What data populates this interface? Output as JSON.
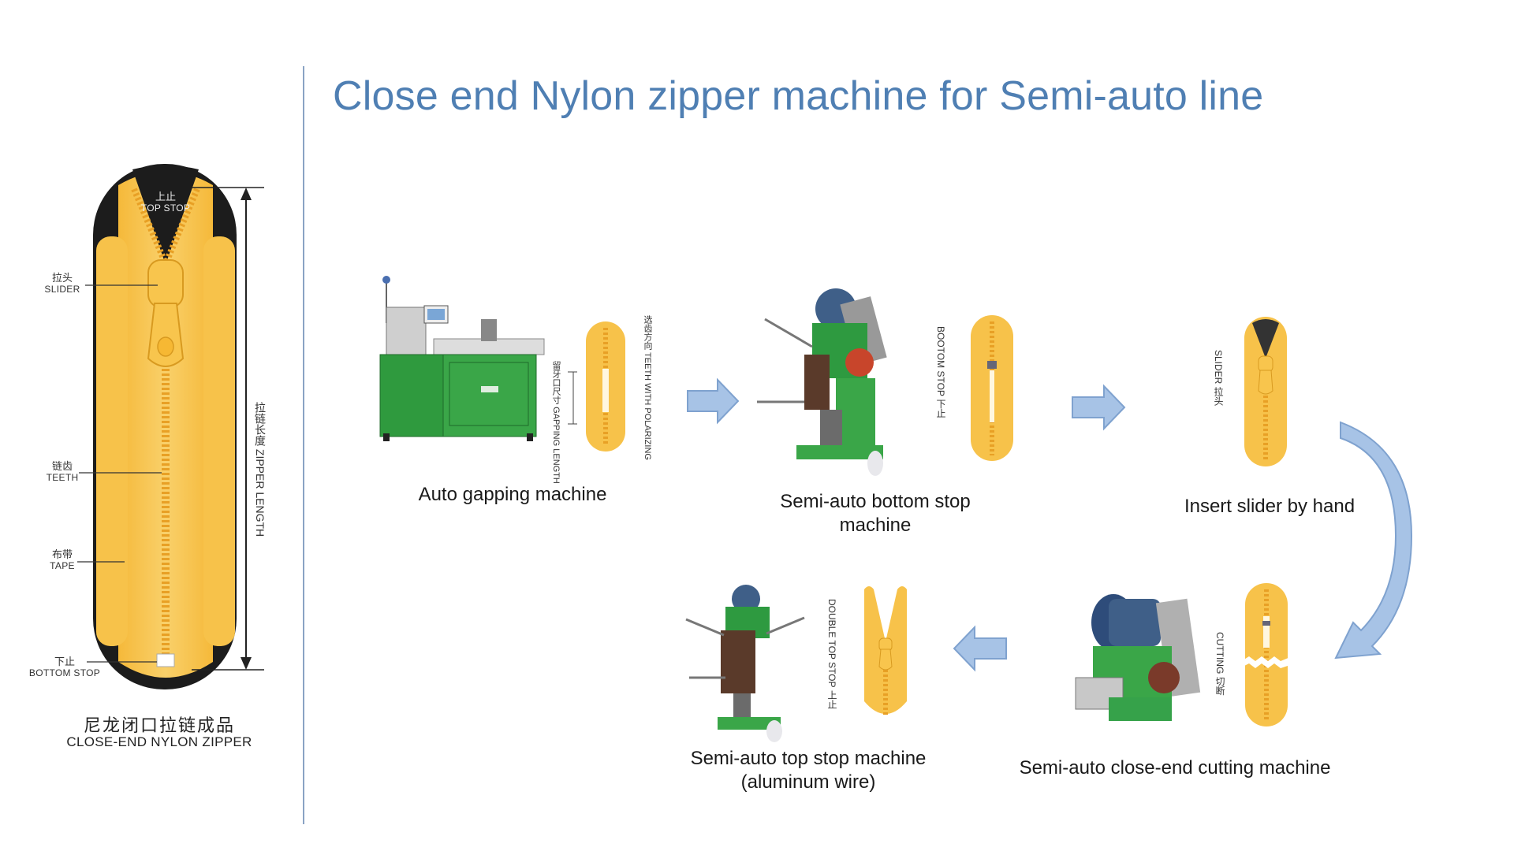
{
  "title": "Close end Nylon zipper machine for Semi-auto line",
  "colors": {
    "title": "#4f7fb3",
    "divider": "#8aa3c4",
    "zipper_yellow": "#f7c24a",
    "zipper_dark": "#1c1c1c",
    "machine_green": "#3aa648",
    "arrow_blue": "#9fbce0"
  },
  "diagram": {
    "top_stop": {
      "zh": "上止",
      "en": "TOP STOP"
    },
    "slider": {
      "zh": "拉头",
      "en": "SLIDER"
    },
    "teeth": {
      "zh": "链齿",
      "en": "TEETH"
    },
    "tape": {
      "zh": "布带",
      "en": "TAPE"
    },
    "bottom_stop": {
      "zh": "下止",
      "en": "BOTTOM STOP"
    },
    "zipper_length": {
      "zh": "拉链长度",
      "en": "ZIPPER LENGTH"
    },
    "product_zh": "尼龙闭口拉链成品",
    "product_en": "CLOSE-END NYLON ZIPPER"
  },
  "steps": [
    {
      "caption": "Auto gapping machine",
      "labels": {
        "gapping": "GAPPING LENGTH",
        "gapping_zh": "留牙口尺寸",
        "teeth": "TEETH WITH POLARIZING",
        "teeth_zh": "选齿方向"
      }
    },
    {
      "caption": "Semi-auto bottom stop machine",
      "caption_line1": "Semi-auto bottom stop",
      "caption_line2": "machine",
      "labels": {
        "stop": "BOOTOM STOP",
        "stop_zh": "下止"
      }
    },
    {
      "caption": "Insert slider by hand",
      "labels": {
        "slider": "SLIDER",
        "slider_zh": "拉头"
      }
    },
    {
      "caption": "Semi-auto close-end cutting machine",
      "labels": {
        "cut": "CUTTING",
        "cut_zh": "切断"
      }
    },
    {
      "caption": "Semi-auto top stop machine (aluminum wire)",
      "caption_line1": "Semi-auto top stop machine",
      "caption_line2": "(aluminum wire)",
      "labels": {
        "stop": "DOUBLE TOP STOP",
        "stop_zh": "上止"
      }
    }
  ]
}
